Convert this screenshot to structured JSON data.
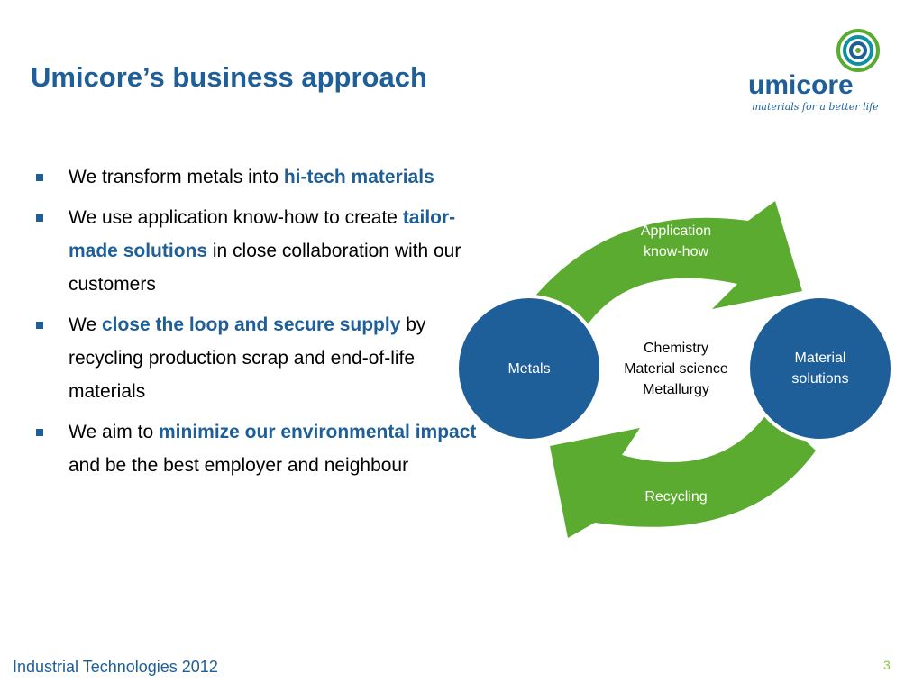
{
  "slide": {
    "title": "Umicore’s business approach",
    "brand": {
      "name": "umicore",
      "tagline": "materials for a better life",
      "colors": {
        "blue": "#1f5f99",
        "green": "#5aab2f",
        "teal": "#0f8fa0"
      }
    },
    "bullets": [
      {
        "pre": "We transform metals into ",
        "hl": "hi-tech materials",
        "post": ""
      },
      {
        "pre": "We use application know-how to create ",
        "hl": "tailor-made solutions",
        "post": " in close collaboration with our customers"
      },
      {
        "pre": "We ",
        "hl": "close the loop and secure supply",
        "post": " by recycling production scrap and end-of-life materials"
      },
      {
        "pre": "We aim to ",
        "hl": "minimize our environmental impact",
        "post": " and be the best employer and neighbour"
      }
    ],
    "diagram": {
      "top_arrow": {
        "line1": "Application",
        "line2": "know-how"
      },
      "bottom_arrow": "Recycling",
      "left_circle": "Metals",
      "right_circle": {
        "line1": "Material",
        "line2": "solutions"
      },
      "center": {
        "line1": "Chemistry",
        "line2": "Material science",
        "line3": "Metallurgy"
      }
    },
    "footer": "Industrial Technologies 2012",
    "page_number": "3"
  }
}
